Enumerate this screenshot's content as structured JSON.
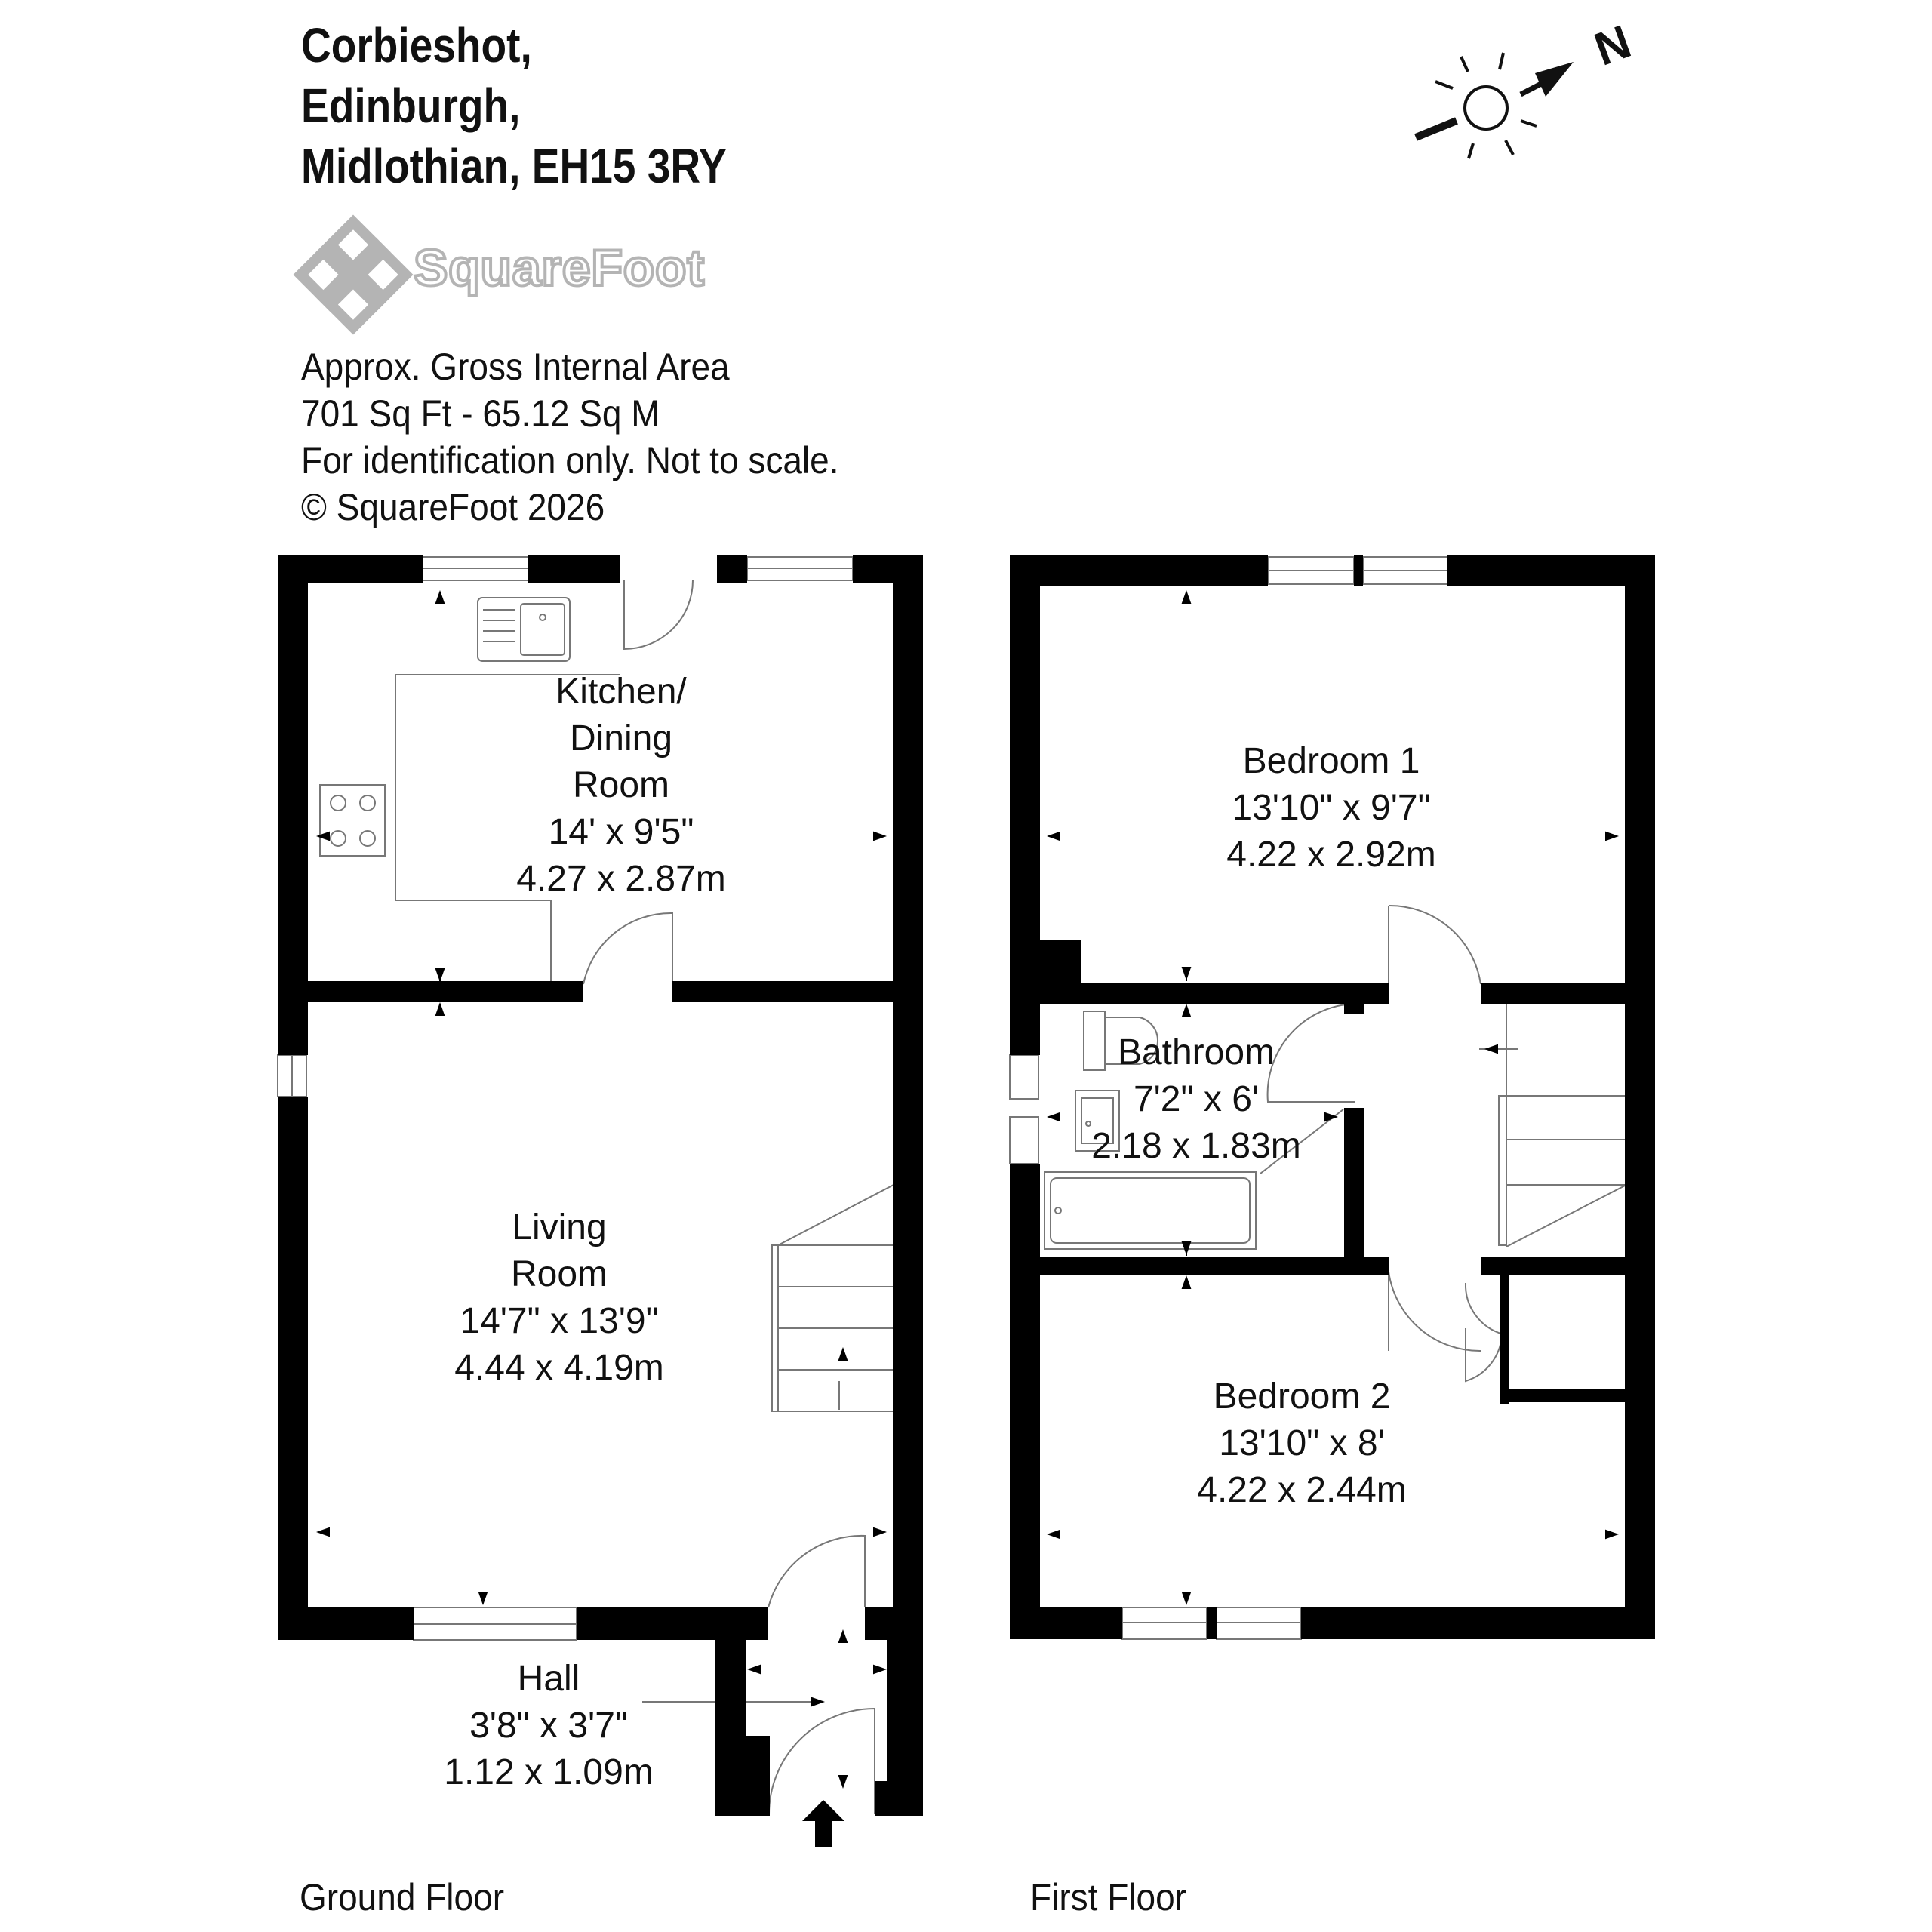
{
  "header": {
    "address_lines": [
      "Corbieshot,",
      "Edinburgh,",
      "Midlothian, EH15 3RY"
    ],
    "brand": "SquareFoot",
    "info_lines": [
      "Approx. Gross Internal Area",
      "701 Sq Ft  -  65.12 Sq M",
      "For identification only. Not to scale.",
      "© SquareFoot 2026"
    ]
  },
  "compass": {
    "label": "N"
  },
  "rooms": {
    "kitchen": {
      "name_lines": [
        "Kitchen/",
        "Dining",
        "Room"
      ],
      "imperial": "14' x 9'5\"",
      "metric": "4.27 x 2.87m"
    },
    "living": {
      "name_lines": [
        "Living",
        "Room"
      ],
      "imperial": "14'7\" x 13'9\"",
      "metric": "4.44 x 4.19m"
    },
    "hall": {
      "name": "Hall",
      "imperial": "3'8\" x 3'7\"",
      "metric": "1.12 x 1.09m"
    },
    "bedroom1": {
      "name": "Bedroom 1",
      "imperial": "13'10\" x 9'7\"",
      "metric": "4.22 x 2.92m"
    },
    "bathroom": {
      "name": "Bathroom",
      "imperial": "7'2\" x 6'",
      "metric": "2.18 x 1.83m"
    },
    "bedroom2": {
      "name": "Bedroom 2",
      "imperial": "13'10\" x 8'",
      "metric": "4.22 x 2.44m"
    }
  },
  "floors": {
    "ground": "Ground Floor",
    "first": "First Floor"
  },
  "colors": {
    "wall": "#000000",
    "line": "#777777",
    "logo": "#b4b4b4"
  }
}
